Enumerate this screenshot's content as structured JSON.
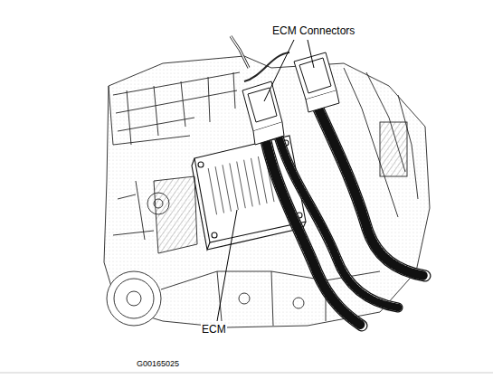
{
  "diagram": {
    "labels": [
      "ECM Connectors",
      "ECM",
      "G00165025"
    ]
  }
}
